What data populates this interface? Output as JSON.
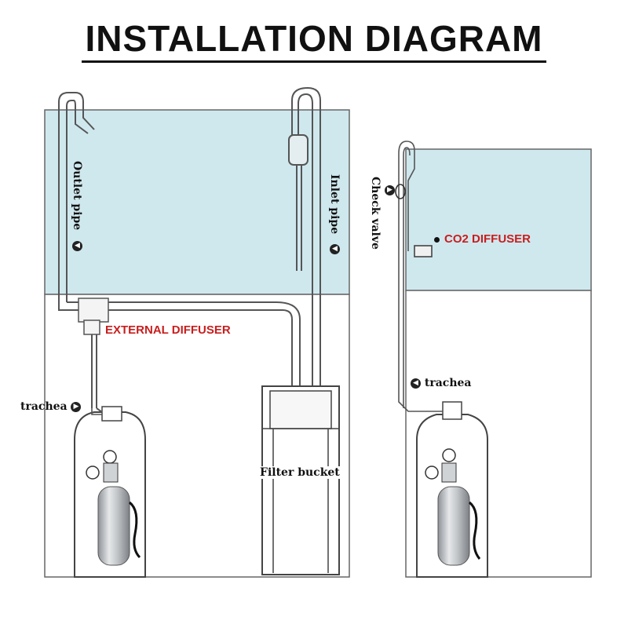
{
  "title": "INSTALLATION DIAGRAM",
  "labels": {
    "outlet_pipe": "Outlet pipe",
    "inlet_pipe": "Inlet pipe",
    "check_valve": "Check valve",
    "co2_diffuser": "CO2 DIFFUSER",
    "external_diffuser": "EXTERNAL DIFFUSER",
    "trachea_left": "trachea",
    "trachea_right": "trachea",
    "filter_bucket": "Filter bucket"
  },
  "colors": {
    "water": "#cfe8ee",
    "line": "#444444",
    "accent_red": "#c81e1e",
    "cylinder": "#b9bcc0"
  },
  "icons": [
    "arrow-left-icon",
    "arrow-right-icon",
    "dot-icon"
  ]
}
